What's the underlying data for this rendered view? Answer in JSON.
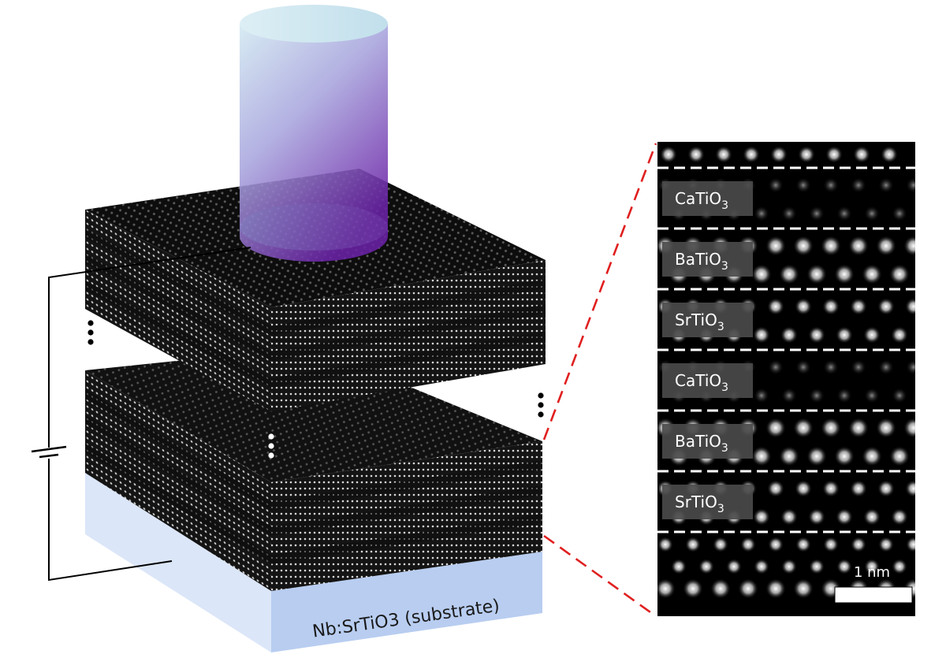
{
  "substrate_label": "Nb:SrTiO3 (substrate)",
  "scale_bar_label": "1 nm",
  "layer_labels": [
    {
      "base": "CaTiO",
      "sub": "3"
    },
    {
      "base": "BaTiO",
      "sub": "3"
    },
    {
      "base": "SrTiO",
      "sub": "3"
    },
    {
      "base": "CaTiO",
      "sub": "3"
    },
    {
      "base": "BaTiO",
      "sub": "3"
    },
    {
      "base": "SrTiO",
      "sub": "3"
    }
  ],
  "colors": {
    "substrate": "#b8cdf0",
    "substrate_side": "#dbe6f8",
    "stack_dark": "#111111",
    "beam_top": "#c9e2ee",
    "beam_bottom": "#6f2fa8",
    "zoom_line": "#e02020",
    "dashed_separator": "#ffffff",
    "label_box": "#4a4a4a"
  }
}
